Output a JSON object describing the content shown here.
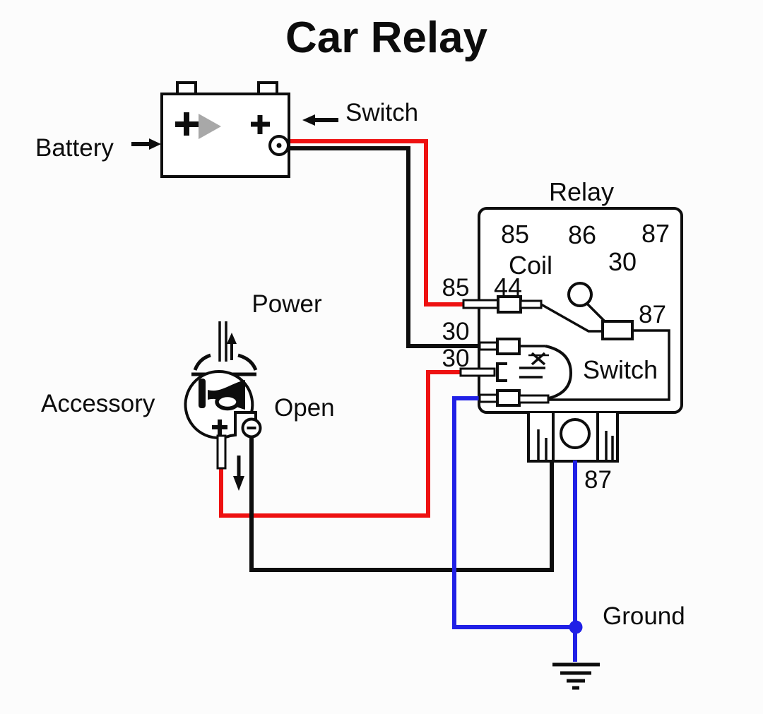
{
  "title": "Car Relay",
  "colors": {
    "wire_red": "#ee1111",
    "wire_blue": "#2020e6",
    "wire_black": "#0d0d0d",
    "triangle_gray": "#a8a8a8"
  },
  "battery": {
    "label": "Battery",
    "switch_label": "Switch",
    "symbols": {
      "plus_left": "+",
      "plus_right": "+"
    }
  },
  "relay": {
    "label": "Relay",
    "top_pins": [
      "85",
      "86",
      "87"
    ],
    "coil_label": "Coil",
    "inner_pin30": "30",
    "pin44_label": "44",
    "inner_pin87": "87",
    "switch_label": "Switch",
    "left_pin_labels": [
      "85",
      "30",
      "30"
    ],
    "bottom_pin87": "87"
  },
  "accessory": {
    "label": "Accessory",
    "power_label": "Power",
    "open_label": "Open",
    "symbols": {
      "plus": "+",
      "minus": "−"
    }
  },
  "ground": {
    "label": "Ground"
  }
}
